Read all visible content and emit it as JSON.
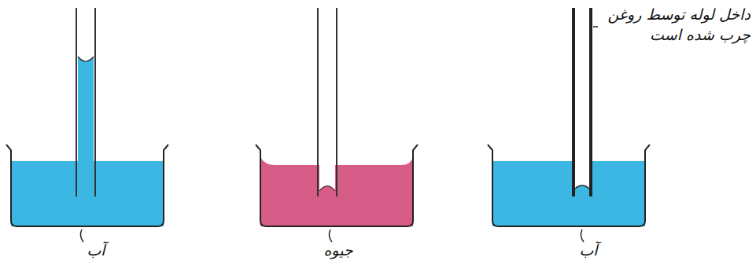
{
  "diagram": {
    "labels": [
      "آب",
      "جیوه",
      "آب",
      "داخل لوله توسط روغن چرب شده است"
    ]
  }
}
